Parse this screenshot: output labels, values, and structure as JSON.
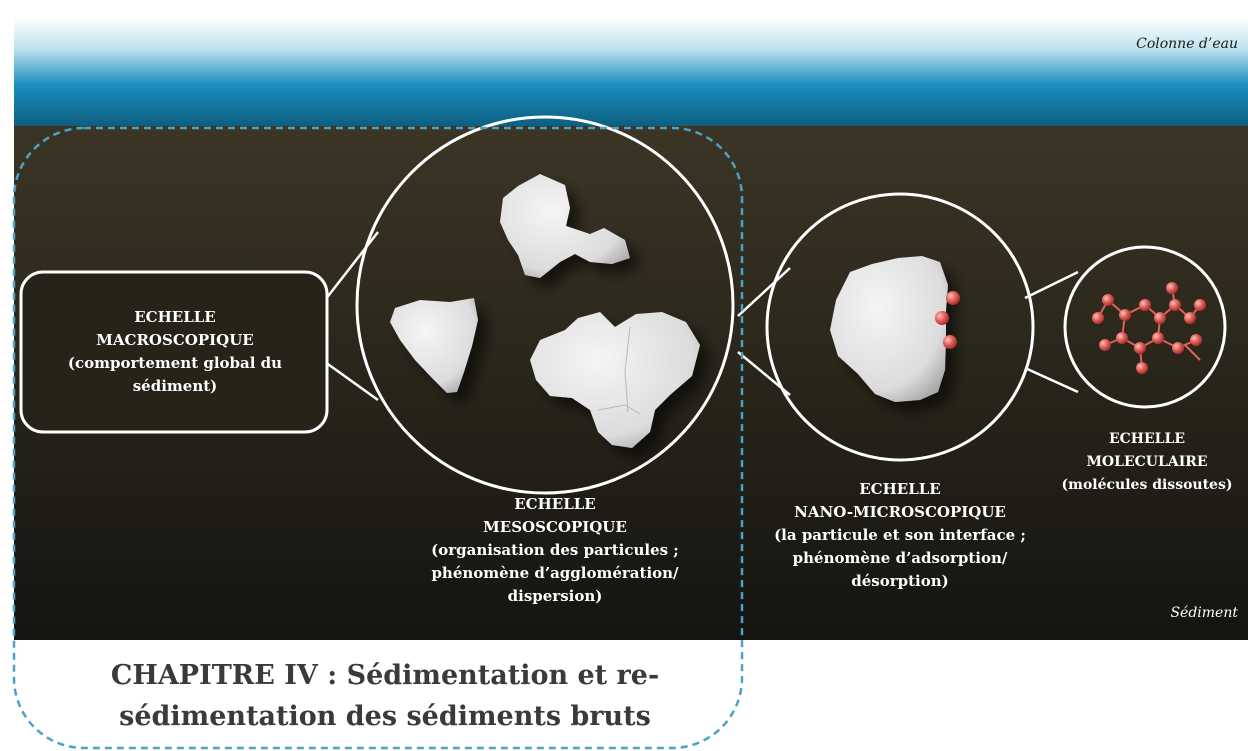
{
  "labels": {
    "water": "Colonne d’eau",
    "sediment": "Sédiment"
  },
  "scales": {
    "macro": {
      "title": "ECHELLE MACROSCOPIQUE",
      "desc": "(comportement global du sédiment)"
    },
    "meso": {
      "title1": "ECHELLE",
      "title2": "MESOSCOPIQUE",
      "desc1": "(organisation des particules ;",
      "desc2": "phénomène d’agglomération/",
      "desc3": "dispersion)"
    },
    "nano": {
      "title1": "ECHELLE",
      "title2": "NANO-MICROSCOPIQUE",
      "desc1": "(la particule et son interface ;",
      "desc2": "phénomène d’adsorption/",
      "desc3": "désorption)"
    },
    "molec": {
      "title1": "ECHELLE",
      "title2": "MOLECULAIRE",
      "desc": "(molécules dissoutes)"
    }
  },
  "chapter": {
    "line1": "CHAPITRE IV : Sédimentation et re-",
    "line2": "sédimentation des sédiments bruts"
  },
  "colors": {
    "water_top": "#ffffff",
    "water_mid": "#1a8fbf",
    "sediment_top": "#3b3525",
    "sediment_bottom": "#141411",
    "dashed_border": "#4aa3c4",
    "particle": "#e6e6e6",
    "molecule": "#e0605a"
  }
}
